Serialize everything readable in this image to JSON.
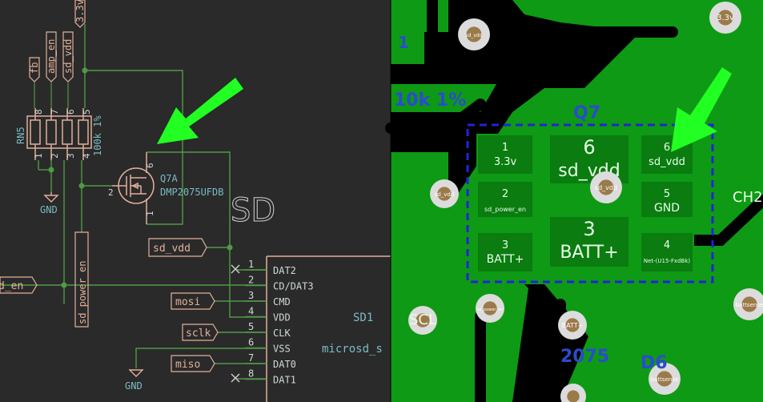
{
  "schematic": {
    "colors": {
      "background": "#2a2a2a",
      "wire": "#4f9a44",
      "symbol": "#e2b09a",
      "text": "#7bbcc4",
      "ref": "#cfcfcf",
      "arrow": "#22ff22",
      "pin_text": "#cfd9d9",
      "junction": "#4f9a44"
    },
    "labels": {
      "v33": "3.3v",
      "fb": "fb",
      "amp_en": "amp_en",
      "sd_vdd_top": "sd_vdd",
      "rn5_ref": "RN5",
      "rn5_value": "100k 1%",
      "gnd1": "GND",
      "gnd2": "GND",
      "q7a_ref": "Q7A",
      "q7a_value": "DMP2075UFDB",
      "sd_big": "SD",
      "sd_vdd_label": "sd_vdd",
      "sd_power_en": "sd_power_en",
      "left_net": "d_en",
      "mosi": "mosi",
      "sclk": "sclk",
      "miso": "miso",
      "sd1_ref": "SD1",
      "sd1_value": "microsd_s"
    },
    "rn5_pins_top": [
      "8",
      "7",
      "6",
      "5"
    ],
    "rn5_pins_bottom": [
      "1",
      "2",
      "3",
      "4"
    ],
    "q7_pins": {
      "gate": "2",
      "drain": "6",
      "source": "1"
    },
    "sd_pins": [
      {
        "num": "1",
        "name": "DAT2"
      },
      {
        "num": "2",
        "name": "CD/DAT3"
      },
      {
        "num": "3",
        "name": "CMD"
      },
      {
        "num": "4",
        "name": "VDD"
      },
      {
        "num": "5",
        "name": "CLK"
      },
      {
        "num": "6",
        "name": "VSS"
      },
      {
        "num": "7",
        "name": "DAT0"
      },
      {
        "num": "8",
        "name": "DAT1"
      }
    ]
  },
  "pcb": {
    "colors": {
      "background": "#000000",
      "copper": "#0e9a14",
      "copper_dark": "#0a7c10",
      "silk": "#e8ffe8",
      "courtyard": "#2222dd",
      "via_ring": "#dcdcdc",
      "via_hole": "#9b7a4a",
      "ref_text": "#2b4bd0",
      "arrow": "#22ff22"
    },
    "ref": "Q7",
    "pads": [
      {
        "num": "1",
        "net": "3.3v"
      },
      {
        "num": "6",
        "net": "sd_vdd"
      },
      {
        "num": "6",
        "net": "sd_vdd"
      },
      {
        "num": "2",
        "net": "sd_power_en"
      },
      {
        "num": "5",
        "net": "GND"
      },
      {
        "num": "3",
        "net": "BATT+"
      },
      {
        "num": "3",
        "net": "BATT+"
      },
      {
        "num": "4",
        "net": "Net-(U15-FxdBk)"
      }
    ],
    "via_labels": {
      "sd_vdd_left": "sd_vdd",
      "sd_vdd_right": "sd_vdd",
      "v33": "3.3v",
      "sd_power_en": "sd_power_en",
      "batt": "BATT+",
      "battsense": "battsense",
      "top": "sd_vdd"
    },
    "other": {
      "scl": "SCL",
      "ch2": "CH2",
      "one": "1",
      "r_value": "10k 1%",
      "bottom_ref": "D6",
      "bottom_val": "2075"
    }
  }
}
